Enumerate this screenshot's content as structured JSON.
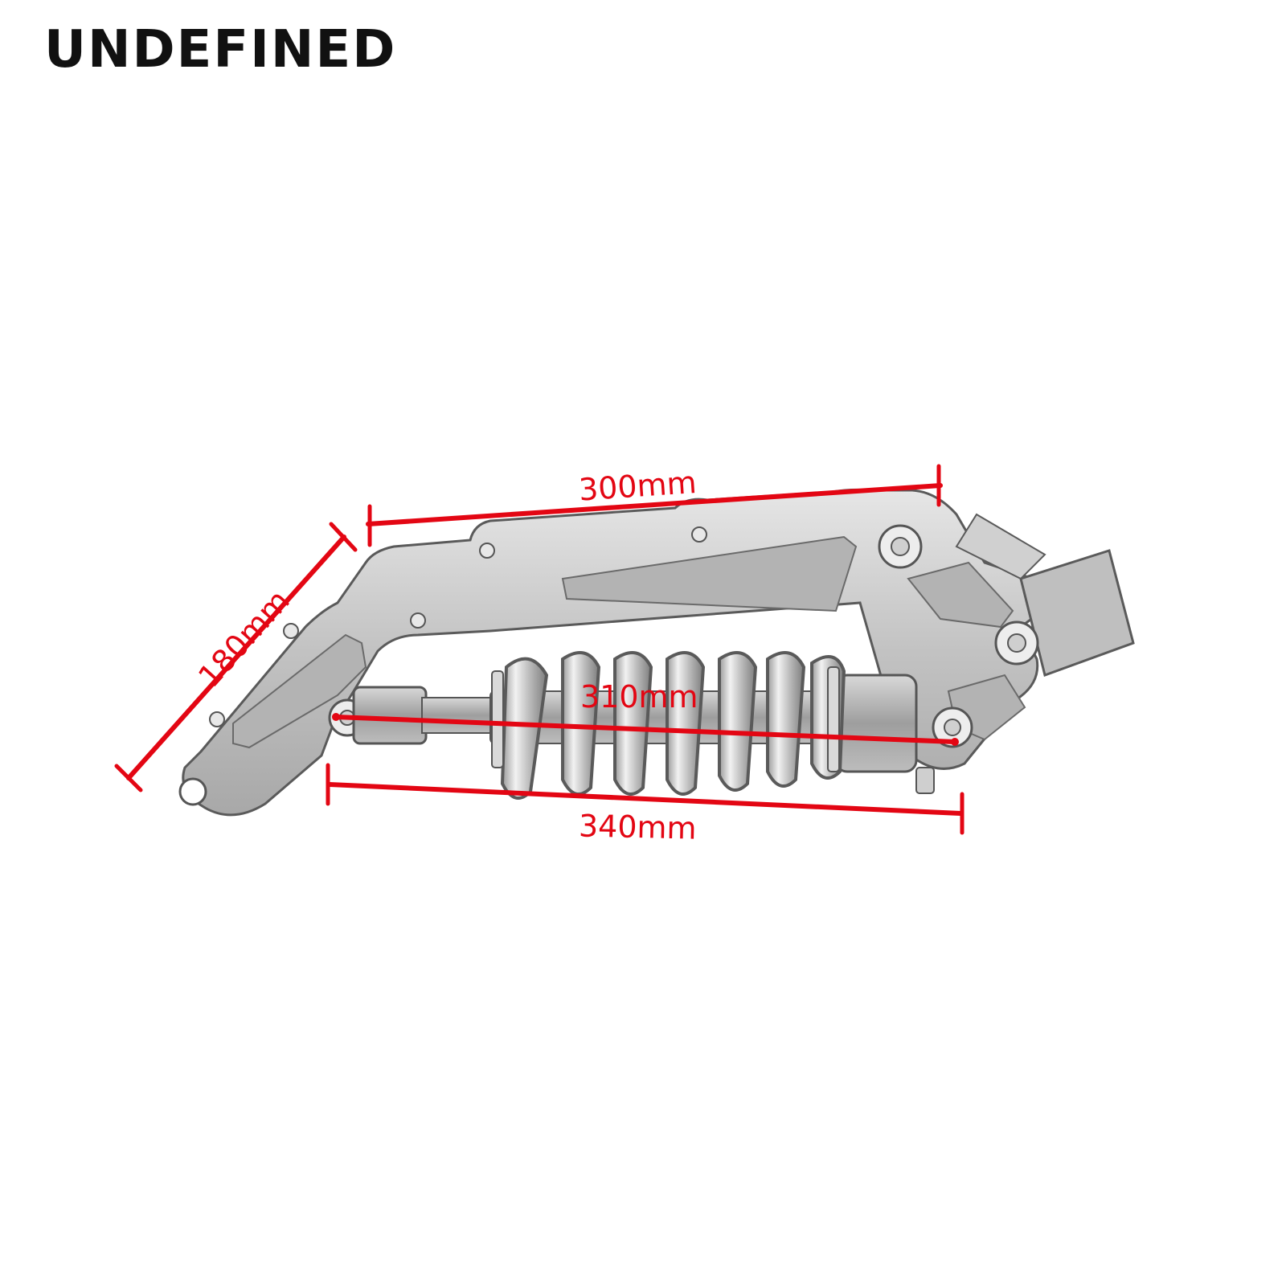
{
  "brand": {
    "text": "UNDEFINED"
  },
  "product": {
    "icon": "rear-suspension-bracket-with-shock-absorber"
  },
  "dimensions": {
    "top": "300mm",
    "side": "180mm",
    "center": "310mm",
    "bottom": "340mm"
  },
  "colors": {
    "dimension": "#e30613",
    "part_fill": "#c8c8c8",
    "part_stroke": "#5a5a5a",
    "brand_text": "#111111"
  }
}
